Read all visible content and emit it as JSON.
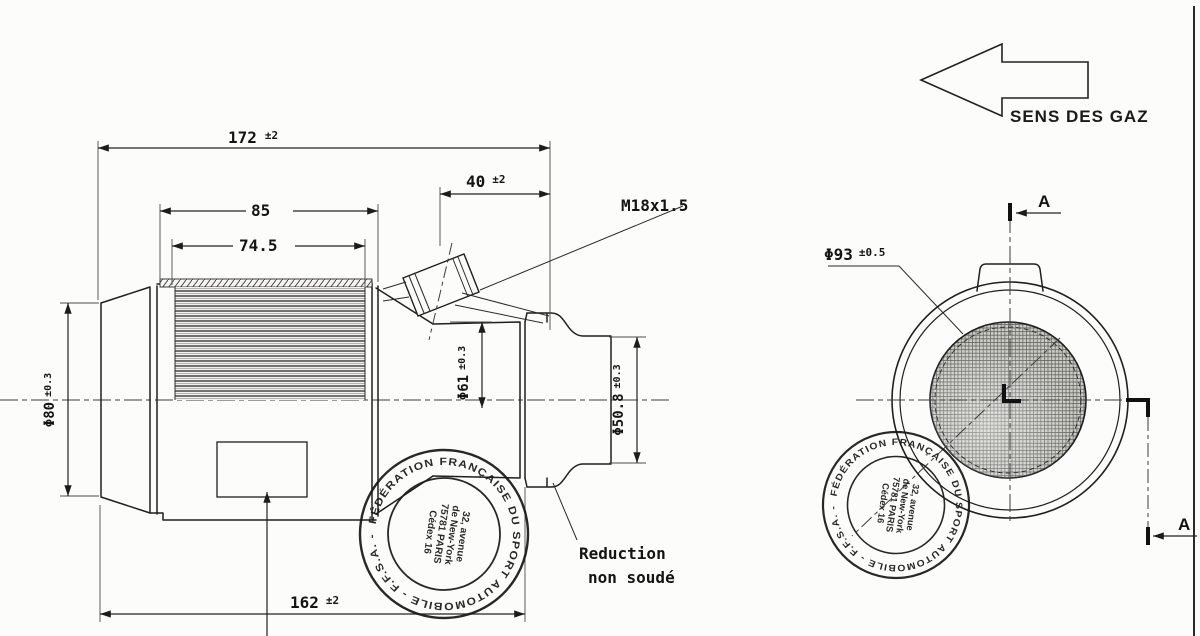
{
  "drawing": {
    "flow_label": "SENS DES GAZ",
    "thread_label": "M18x1.5",
    "reduction_note": {
      "line1": "Reduction",
      "line2": "non soudé"
    },
    "section_marker": {
      "top": "A",
      "bottom": "A"
    },
    "dimensions": {
      "overall_length": {
        "value": "172",
        "tol": "±2"
      },
      "body_length": {
        "value": "85"
      },
      "liner_length": {
        "value": "74.5"
      },
      "sensor_offset": {
        "value": "40",
        "tol": "±2"
      },
      "inlet_diameter": {
        "value": "Φ80",
        "tol": "±0.3"
      },
      "mid_diameter": {
        "value": "Φ61",
        "tol": "±0.3"
      },
      "outlet_diameter": {
        "value": "Φ50.8",
        "tol": "±0.3"
      },
      "core_diameter": {
        "value": "Φ93",
        "tol": "±0.5"
      },
      "bottom_length": {
        "value": "162",
        "tol": "±2"
      }
    },
    "stamp": {
      "ring_text": "FÉDÉRATION FRANÇAISE DU SPORT AUTOMOBILE - F.F.S.A. -",
      "address_lines": [
        "32, avenue",
        "de New-York",
        "75781 PARIS",
        "Cédex 16"
      ]
    },
    "colors": {
      "ink": "#1f1f1f",
      "paper": "#fcfcfa",
      "stamp_ink": "#191919"
    }
  }
}
